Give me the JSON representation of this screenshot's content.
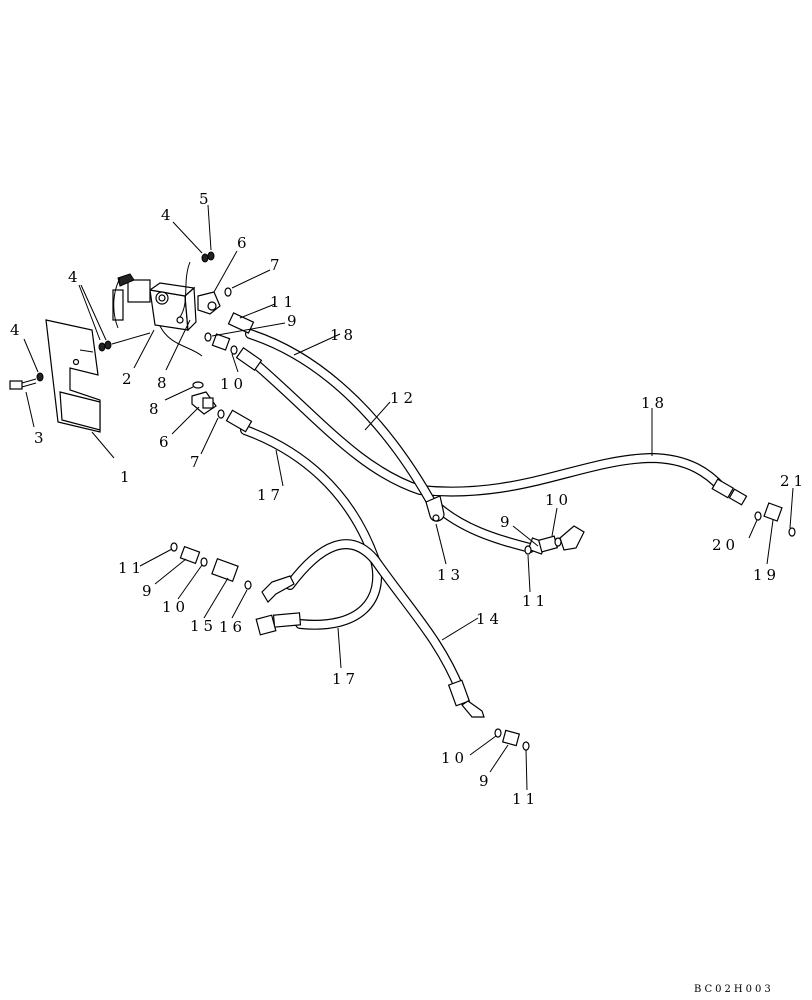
{
  "callouts": [
    {
      "id": "c1",
      "text": "1"
    },
    {
      "id": "c2",
      "text": "2"
    },
    {
      "id": "c3",
      "text": "3"
    },
    {
      "id": "c4a",
      "text": "4"
    },
    {
      "id": "c4b",
      "text": "4"
    },
    {
      "id": "c4c",
      "text": "4"
    },
    {
      "id": "c5",
      "text": "5"
    },
    {
      "id": "c6a",
      "text": "6"
    },
    {
      "id": "c6b",
      "text": "6"
    },
    {
      "id": "c7a",
      "text": "7"
    },
    {
      "id": "c7b",
      "text": "7"
    },
    {
      "id": "c8a",
      "text": "8"
    },
    {
      "id": "c8b",
      "text": "8"
    },
    {
      "id": "c9a",
      "text": "9"
    },
    {
      "id": "c9b",
      "text": "9"
    },
    {
      "id": "c9c",
      "text": "9"
    },
    {
      "id": "c9d",
      "text": "9"
    },
    {
      "id": "c10a",
      "text": "10"
    },
    {
      "id": "c10b",
      "text": "10"
    },
    {
      "id": "c10c",
      "text": "10"
    },
    {
      "id": "c10d",
      "text": "10"
    },
    {
      "id": "c11a",
      "text": "11"
    },
    {
      "id": "c11b",
      "text": "11"
    },
    {
      "id": "c11c",
      "text": "11"
    },
    {
      "id": "c11d",
      "text": "11"
    },
    {
      "id": "c12",
      "text": "12"
    },
    {
      "id": "c13",
      "text": "13"
    },
    {
      "id": "c14",
      "text": "14"
    },
    {
      "id": "c15",
      "text": "15"
    },
    {
      "id": "c16",
      "text": "16"
    },
    {
      "id": "c17a",
      "text": "17"
    },
    {
      "id": "c17b",
      "text": "17"
    },
    {
      "id": "c18a",
      "text": "18"
    },
    {
      "id": "c18b",
      "text": "18"
    },
    {
      "id": "c19",
      "text": "19"
    },
    {
      "id": "c20",
      "text": "20"
    },
    {
      "id": "c21",
      "text": "21"
    }
  ],
  "drawing_code": "BC02H003"
}
